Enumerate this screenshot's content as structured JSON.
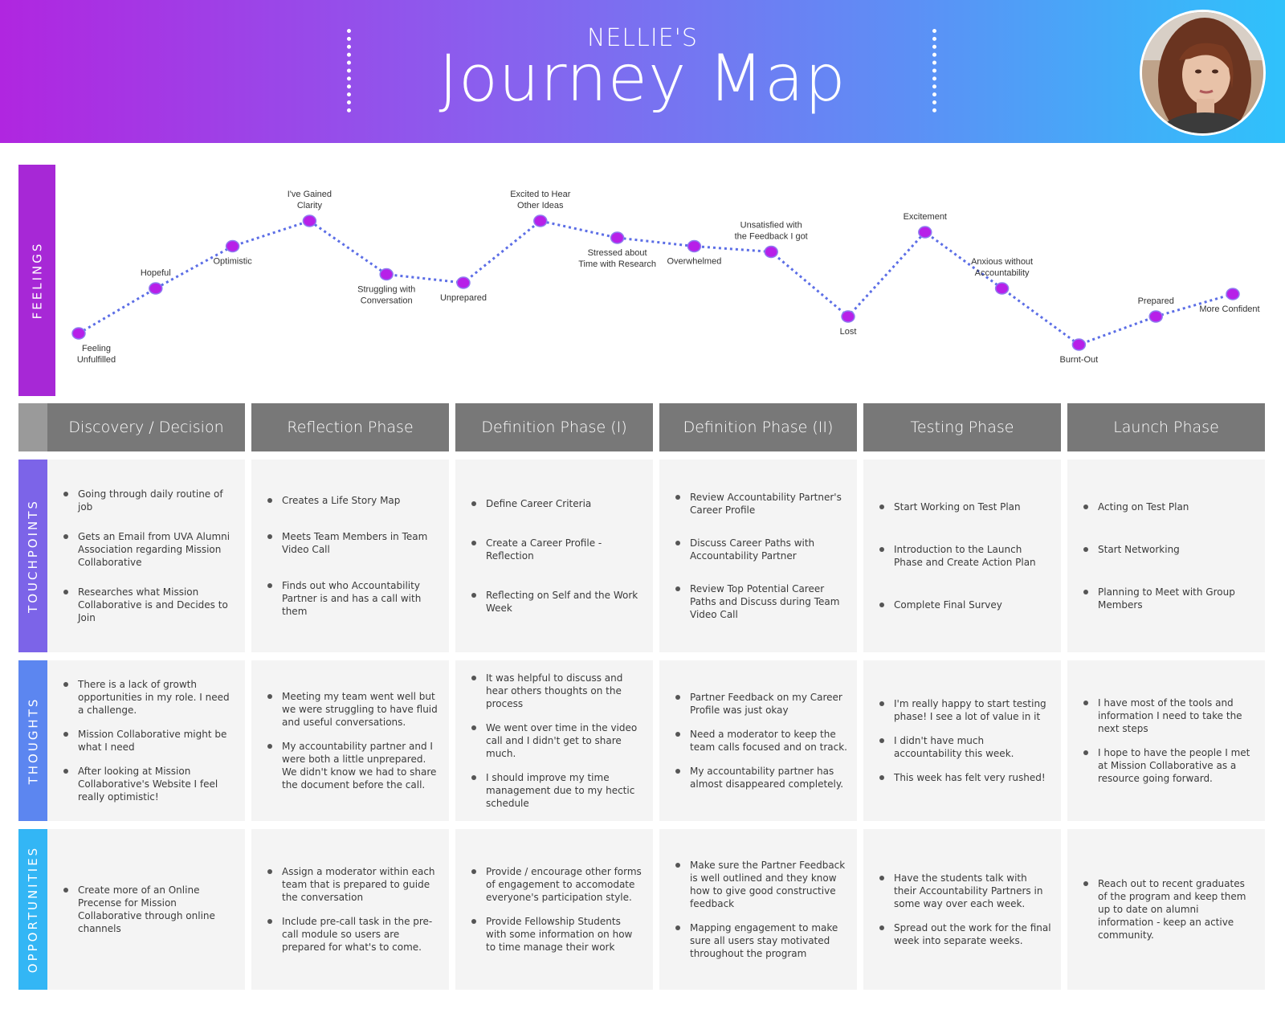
{
  "header": {
    "subtitle": "NELLIE'S",
    "title": "Journey Map"
  },
  "colors": {
    "feelings": "#a728d6",
    "touchpoints": "#7c64e8",
    "thoughts": "#5c86f0",
    "opportunities": "#33b6f5",
    "phase_header": "#787878",
    "chart_line": "#5c6ee6",
    "chart_point": "#b720e8"
  },
  "rows": {
    "feelings": "FEELINGS",
    "touchpoints": "TOUCHPOINTS",
    "thoughts": "THOUGHTS",
    "opportunities": "OPPORTUNITIES"
  },
  "phases": [
    "Discovery / Decision",
    "Reflection Phase",
    "Definition Phase (I)",
    "Definition Phase (II)",
    "Testing Phase",
    "Launch Phase"
  ],
  "chart_data": {
    "type": "line",
    "series": [
      {
        "points": [
          {
            "label": "Feeling Unfulfilled",
            "x": 1,
            "y": 1.0
          },
          {
            "label": "Hopeful",
            "x": 2,
            "y": 2.6
          },
          {
            "label": "Optimistic",
            "x": 3,
            "y": 4.1
          },
          {
            "label": "I've Gained Clarity",
            "x": 4,
            "y": 5.0
          },
          {
            "label": "Struggling with Conversation",
            "x": 5,
            "y": 3.1
          },
          {
            "label": "Unprepared",
            "x": 6,
            "y": 2.8
          },
          {
            "label": "Excited to Hear Other Ideas",
            "x": 7,
            "y": 5.0
          },
          {
            "label": "Stressed about Time with Research",
            "x": 8,
            "y": 4.4
          },
          {
            "label": "Overwhelmed",
            "x": 9,
            "y": 4.1
          },
          {
            "label": "Unsatisfied with the Feedback I got",
            "x": 10,
            "y": 3.9
          },
          {
            "label": "Lost",
            "x": 11,
            "y": 1.6
          },
          {
            "label": "Excitement",
            "x": 12,
            "y": 4.6
          },
          {
            "label": "Anxious without Accountability",
            "x": 13,
            "y": 2.6
          },
          {
            "label": "Burnt-Out",
            "x": 14,
            "y": 0.6
          },
          {
            "label": "Prepared",
            "x": 15,
            "y": 1.6
          },
          {
            "label": "More Confident",
            "x": 16,
            "y": 2.4
          }
        ]
      }
    ]
  },
  "touchpoints": [
    [
      "Going through daily routine of job",
      "Gets an Email from UVA Alumni Association regarding Mission Collaborative",
      "Researches what Mission Collaborative is and Decides to Join"
    ],
    [
      "Creates a Life Story Map",
      "Meets Team Members in Team Video Call",
      "Finds out who Accountability Partner is and has a call with them"
    ],
    [
      "Define Career Criteria",
      "Create a Career Profile - Reflection",
      "Reflecting on Self and the Work Week"
    ],
    [
      "Review Accountability Partner's Career Profile",
      "Discuss Career Paths with Accountability Partner",
      "Review Top Potential Career Paths and Discuss during Team Video Call"
    ],
    [
      "Start Working on Test Plan",
      "Introduction to the Launch Phase and Create Action Plan",
      "Complete Final Survey"
    ],
    [
      "Acting on Test Plan",
      "Start Networking",
      "Planning to Meet with Group Members"
    ]
  ],
  "thoughts": [
    [
      "There is a lack of growth opportunities in my role. I need a challenge.",
      "Mission Collaborative might be what I need",
      "After looking at Mission Collaborative's Website I feel really optimistic!"
    ],
    [
      "Meeting my team went well but we were struggling to have fluid and useful conversations.",
      "My accountability partner and I were both a little unprepared. We didn't know we had to share the document before the call."
    ],
    [
      "It was helpful to discuss and hear others thoughts on the process",
      "We went over time in the video call and I didn't get to share much.",
      "I should improve my time management due to my hectic schedule"
    ],
    [
      "Partner Feedback on my Career Profile was just okay",
      "Need a moderator to keep the team calls focused and on track.",
      "My accountability partner has almost disappeared completely."
    ],
    [
      "I'm really happy to start testing phase! I see a lot of value in it",
      "I didn't have much accountability this week.",
      "This week has felt very rushed!"
    ],
    [
      "I have most of the tools and information I need to take the next steps",
      "I hope to have the people I met at Mission Collaborative as a resource going forward."
    ]
  ],
  "opportunities": [
    [
      "Create more of an Online Precense for Mission Collaborative through online channels"
    ],
    [
      "Assign a moderator within each team that is prepared to guide the conversation",
      "Include pre-call task in the pre-call module so users are prepared for what's to come."
    ],
    [
      "Provide / encourage other forms of engagement to accomodate everyone's participation style.",
      "Provide Fellowship Students with some information on how to time manage their work"
    ],
    [
      "Make sure the Partner Feedback is well outlined and they know how to give good constructive feedback",
      "Mapping engagement to make sure all users stay motivated throughout the program"
    ],
    [
      "Have the students talk with their Accountability Partners in some way over each week.",
      "Spread out the work for the final week into separate weeks."
    ],
    [
      "Reach out to recent graduates of the program and keep them up to date on alumni information - keep an active community."
    ]
  ]
}
